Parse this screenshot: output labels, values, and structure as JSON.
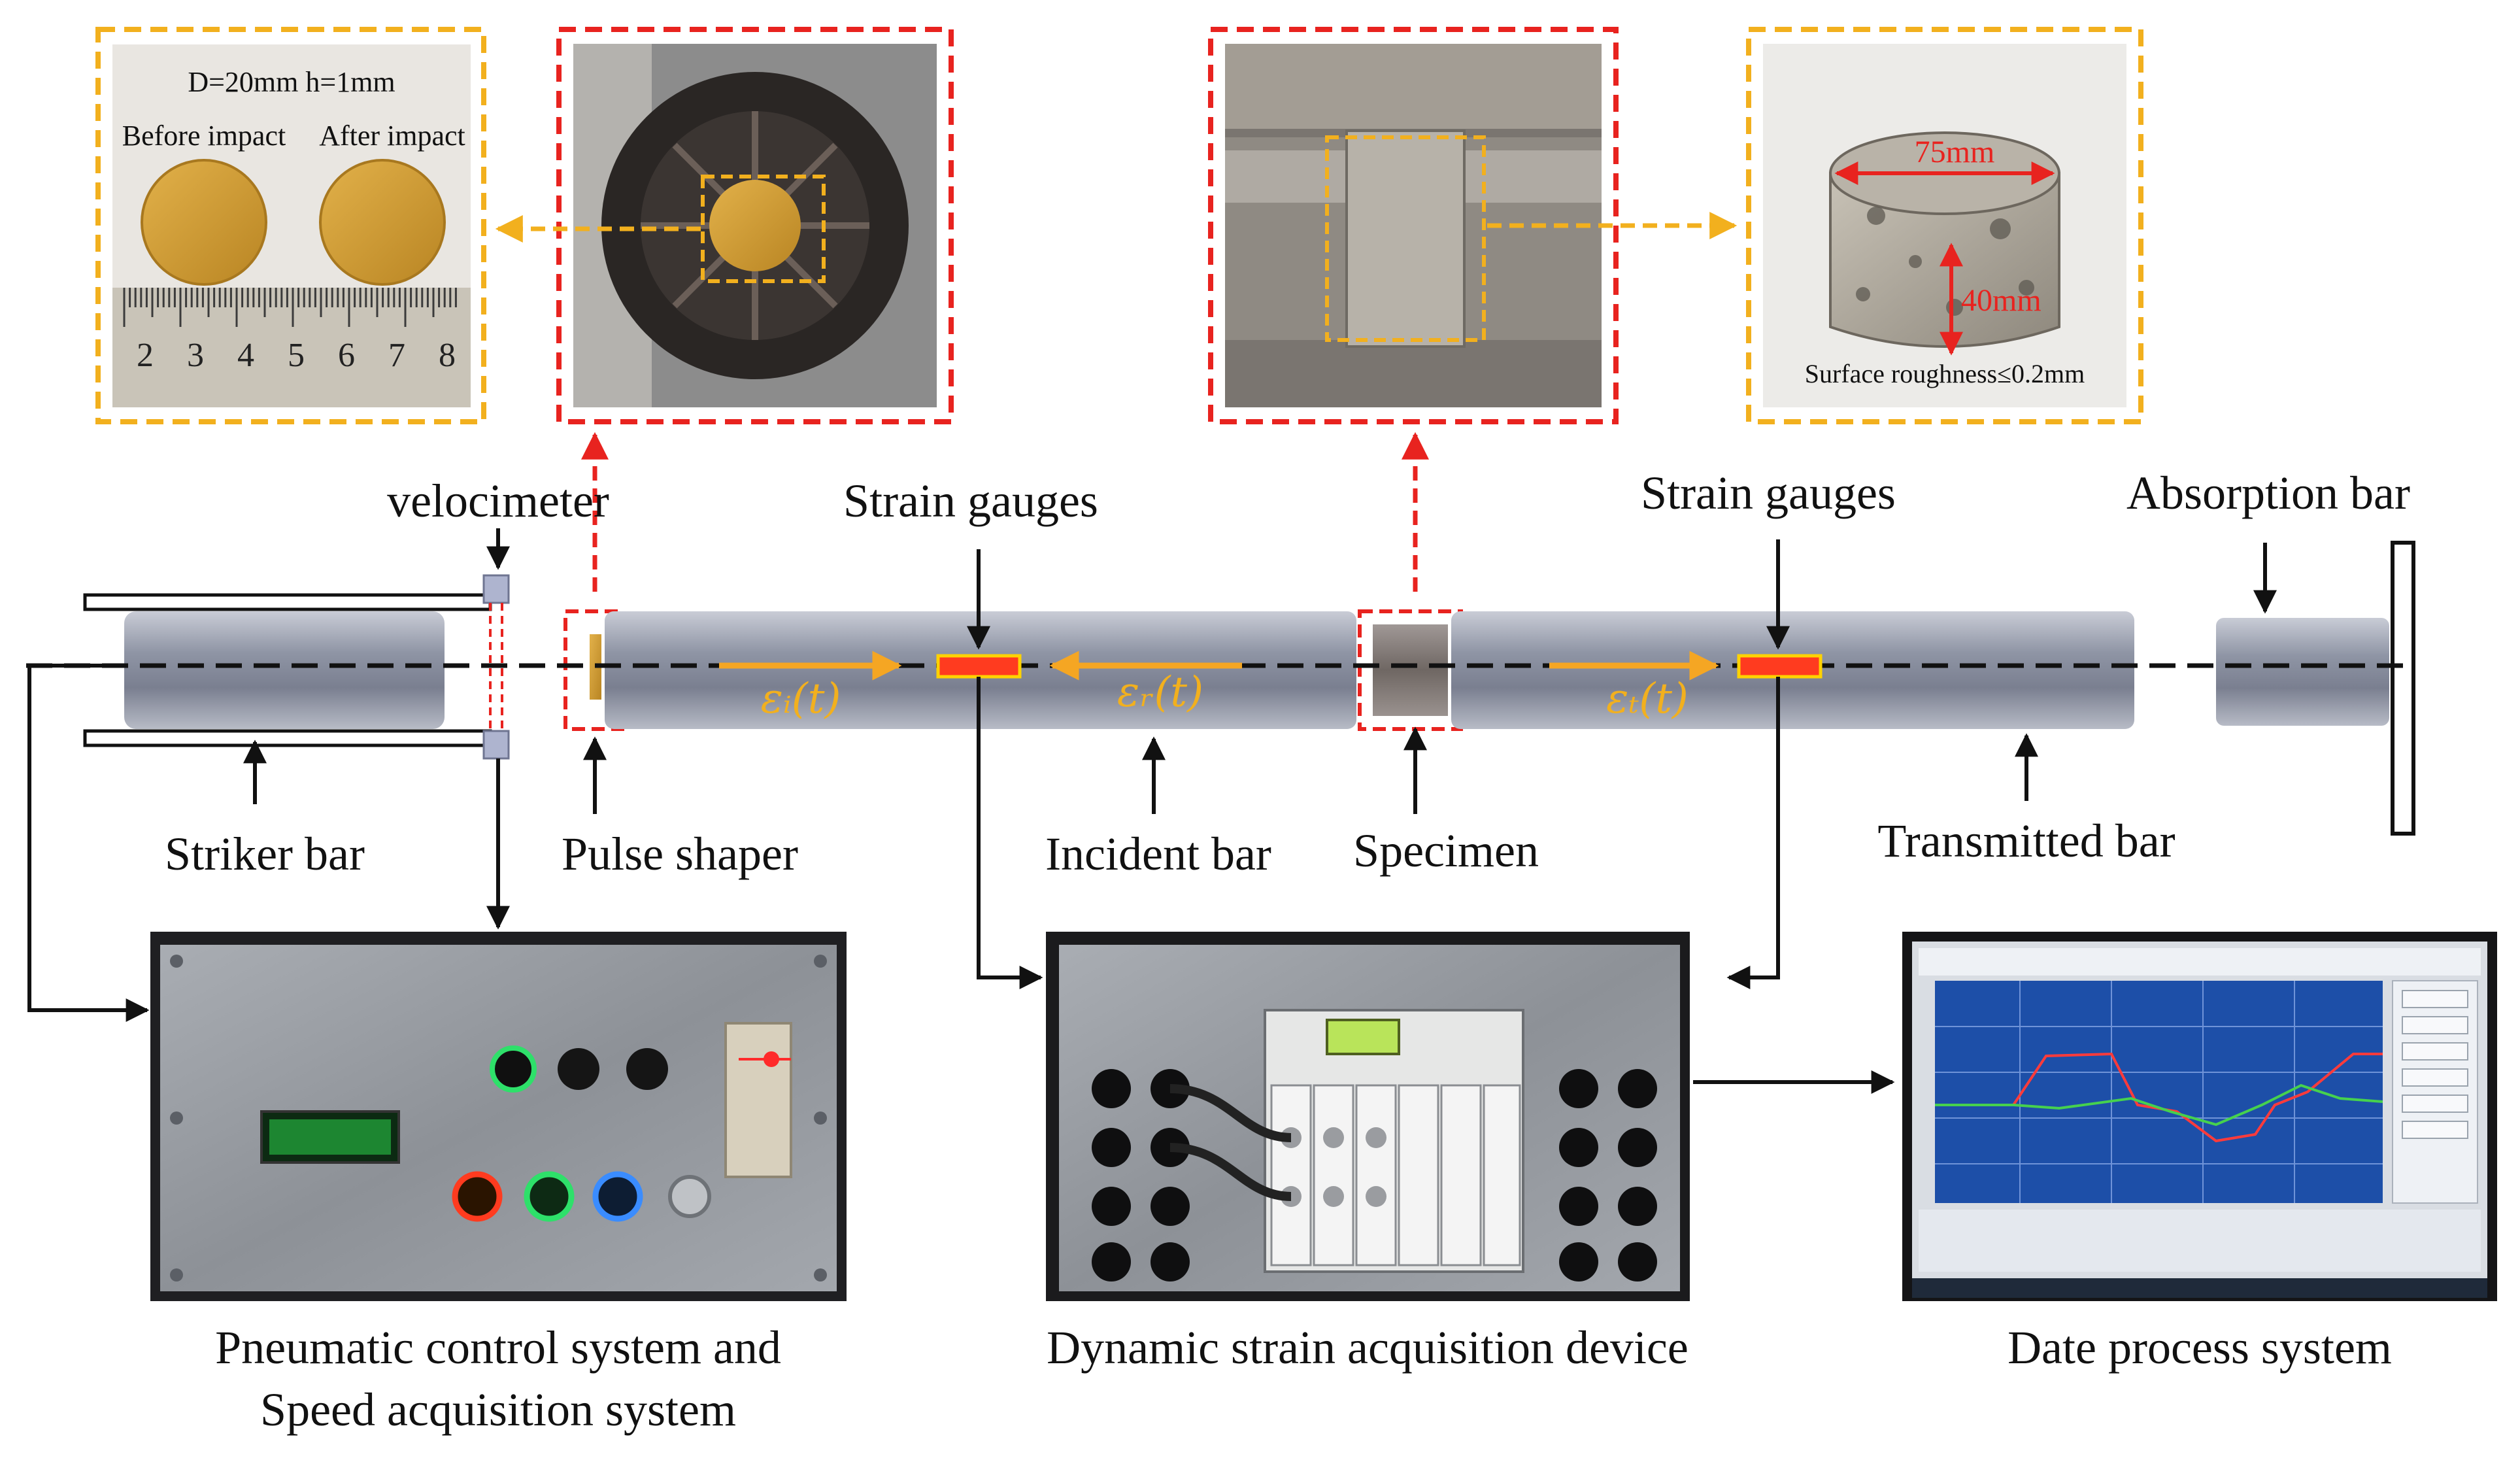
{
  "photos": {
    "pulse_shaper_samples": {
      "dims": "D=20mm  h=1mm",
      "before": "Before impact",
      "after": "After impact",
      "ruler_ticks": [
        "2",
        "3",
        "4",
        "5",
        "6",
        "7",
        "8"
      ]
    },
    "specimen_sample": {
      "diameter": "75mm",
      "height": "40mm",
      "roughness": "Surface roughness≤0.2mm"
    }
  },
  "labels": {
    "velocimeter": "velocimeter",
    "strain_gauges_left": "Strain gauges",
    "strain_gauges_right": "Strain gauges",
    "absorption_bar": "Absorption bar",
    "striker_bar": "Striker bar",
    "pulse_shaper": "Pulse shaper",
    "incident_bar": "Incident bar",
    "specimen": "Specimen",
    "transmitted_bar": "Transmitted bar"
  },
  "signals": {
    "incident": "εᵢ(t)",
    "reflected": "εᵣ(t)",
    "transmitted": "εₜ(t)"
  },
  "systems": {
    "pneumatic_line1": "Pneumatic control system and",
    "pneumatic_line2": "Speed acquisition system",
    "dynamic_strain": "Dynamic strain acquisition device",
    "data_process": "Date process system"
  },
  "colors": {
    "highlight_red": "#e8231f",
    "highlight_yellow": "#f2b01e",
    "gauge_red": "#ff3b1f",
    "bar_gray": "#9aa0ae",
    "screen_blue": "#1d4fa8"
  }
}
